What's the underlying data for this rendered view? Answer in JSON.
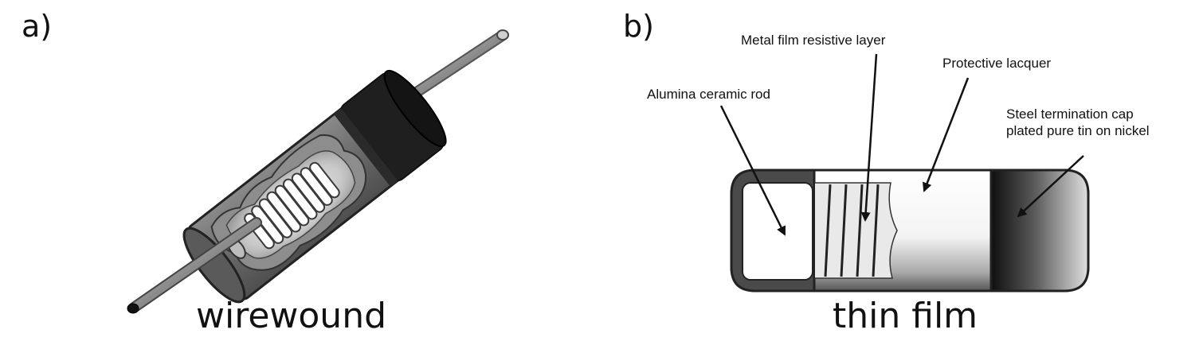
{
  "panel_a": {
    "letter": "a)",
    "caption": "wirewound"
  },
  "panel_b": {
    "letter": "b)",
    "caption": "thin film",
    "callouts": {
      "metal_film": "Metal film resistive layer",
      "protective": "Protective lacquer",
      "alumina": "Alumina ceramic rod",
      "steel_cap_line1": "Steel termination cap",
      "steel_cap_line2": "plated pure tin on nickel"
    }
  },
  "colors": {
    "ink": "#111111",
    "body_gray": "#6f6f6f",
    "cap_black": "#1a1a1a",
    "lead_gray": "#9a9a9a"
  }
}
